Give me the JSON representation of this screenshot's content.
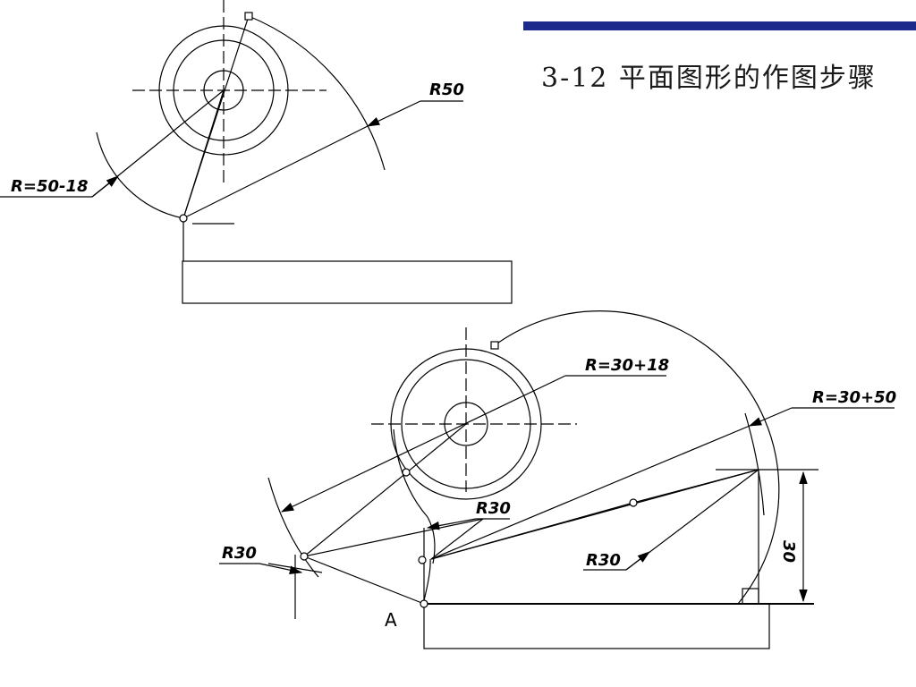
{
  "slide": {
    "title": "3-12 平面图形的作图步骤",
    "accent_color": "#1c2a8c"
  },
  "top_figure": {
    "label_r50": "R50",
    "label_r_diff": "R=50-18"
  },
  "bottom_figure": {
    "label_r30_plus_18": "R=30+18",
    "label_r30_plus_50": "R=30+50",
    "label_r30_upper": "R30",
    "label_r30_left": "R30",
    "label_r30_right": "R30",
    "label_dim_30": "30",
    "label_point_a": "A"
  }
}
